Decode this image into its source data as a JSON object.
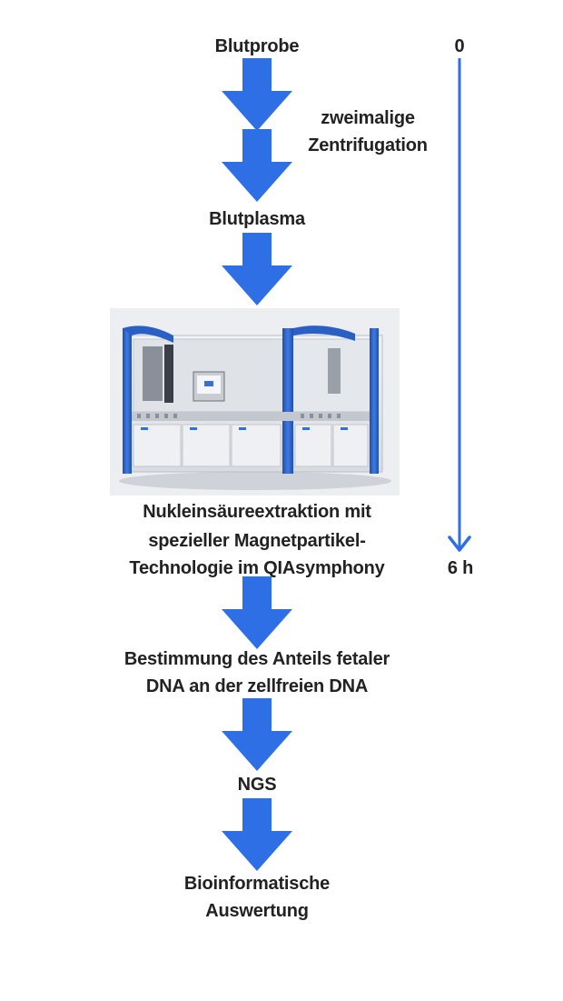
{
  "steps": {
    "blutprobe": "Blutprobe",
    "zentrifugation_1": "zweimalige",
    "zentrifugation_2": "Zentrifugation",
    "blutplasma": "Blutplasma",
    "extraktion_1": "Nukleinsäureextraktion mit",
    "extraktion_2": "spezieller Magnetpartikel-",
    "extraktion_3": "Technologie im QIAsymphony",
    "bestimmung_1": "Bestimmung des Anteils fetaler",
    "bestimmung_2": "DNA an der zellfreien DNA",
    "ngs": "NGS",
    "bioinfo_1": "Bioinformatische",
    "bioinfo_2": "Auswertung"
  },
  "timeline": {
    "start": "0",
    "end": "6 h"
  },
  "colors": {
    "arrow": "#2f6fe6",
    "text": "#222222"
  }
}
